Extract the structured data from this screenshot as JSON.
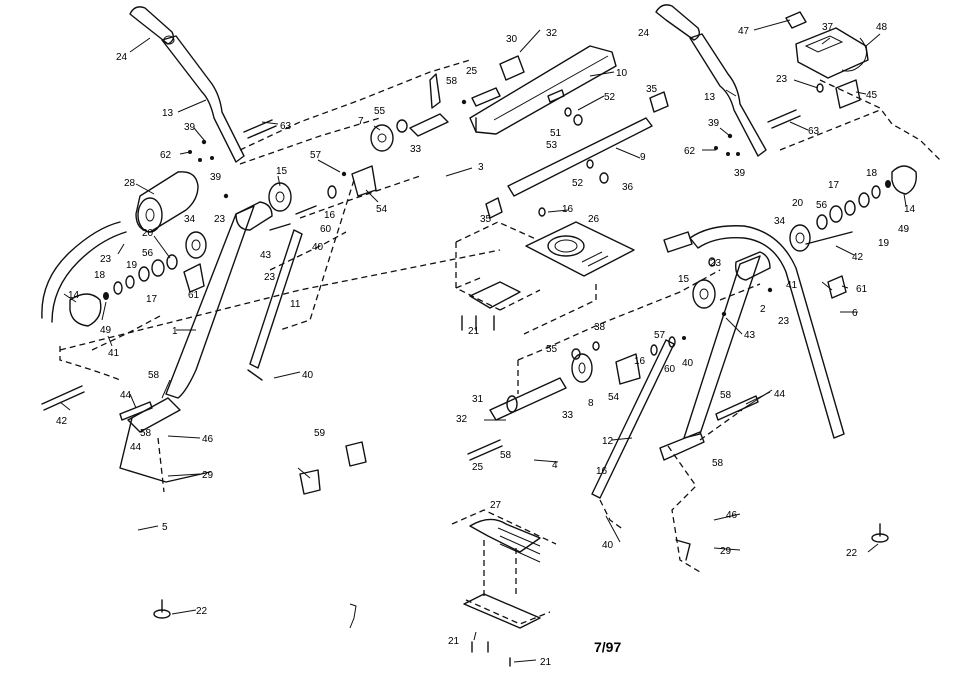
{
  "callouts": {
    "c24a": "24",
    "c13a": "13",
    "c63a": "63",
    "c39a": "39",
    "c62a": "62",
    "c39b": "39",
    "c28": "28",
    "c23a": "23",
    "c34a": "34",
    "c20a": "20",
    "c23b": "23",
    "c56a": "56",
    "c19a": "19",
    "c18a": "18",
    "c14a": "14",
    "c49a": "49",
    "c17a": "17",
    "c61a": "61",
    "c41a": "41",
    "c1": "1",
    "c42a": "42",
    "c44a": "44",
    "c58a": "58",
    "c58b": "58",
    "c44b": "44",
    "c46a": "46",
    "c29a": "29",
    "c5": "5",
    "c22a": "22",
    "c15a": "15",
    "c57a": "57",
    "c7": "7",
    "c55a": "55",
    "c33a": "33",
    "c16a": "16",
    "c60a": "60",
    "c40a": "40",
    "c43a": "43",
    "c23c": "23",
    "c11": "11",
    "c40b": "40",
    "c54a": "54",
    "c58c": "58",
    "c25a": "25",
    "c30": "30",
    "c32a": "32",
    "c10": "10",
    "c3": "3",
    "c52a": "52",
    "c51": "51",
    "c53": "53",
    "c35a": "35",
    "c9": "9",
    "c52b": "52",
    "c36": "36",
    "c35b": "35",
    "c16b": "16",
    "c26": "26",
    "c21a": "21",
    "c59": "59",
    "c38": "38",
    "c55b": "55",
    "c8": "8",
    "c54b": "54",
    "c57b": "57",
    "c60b": "60",
    "c16c": "16",
    "c40c": "40",
    "c31": "31",
    "c32b": "32",
    "c33b": "33",
    "c25b": "25",
    "c58d": "58",
    "c4": "4",
    "c12": "12",
    "c16d": "16",
    "c40d": "40",
    "c27": "27",
    "c21b": "21",
    "c21c": "21",
    "c24b": "24",
    "c47": "47",
    "c37": "37",
    "c48": "48",
    "c23d": "23",
    "c45": "45",
    "c13b": "13",
    "c63b": "63",
    "c39c": "39",
    "c62b": "62",
    "c39d": "39",
    "c18b": "18",
    "c14b": "14",
    "c17b": "17",
    "c20b": "20",
    "c56b": "56",
    "c34b": "34",
    "c19b": "19",
    "c49b": "49",
    "c42b": "42",
    "c23e": "23",
    "c15b": "15",
    "c2": "2",
    "c41b": "41",
    "c61b": "61",
    "c6": "6",
    "c23f": "23",
    "c43b": "43",
    "c44c": "44",
    "c58e": "58",
    "c58f": "58",
    "c46b": "46",
    "c29b": "29",
    "c22b": "22"
  },
  "date_stamp": "7/97"
}
